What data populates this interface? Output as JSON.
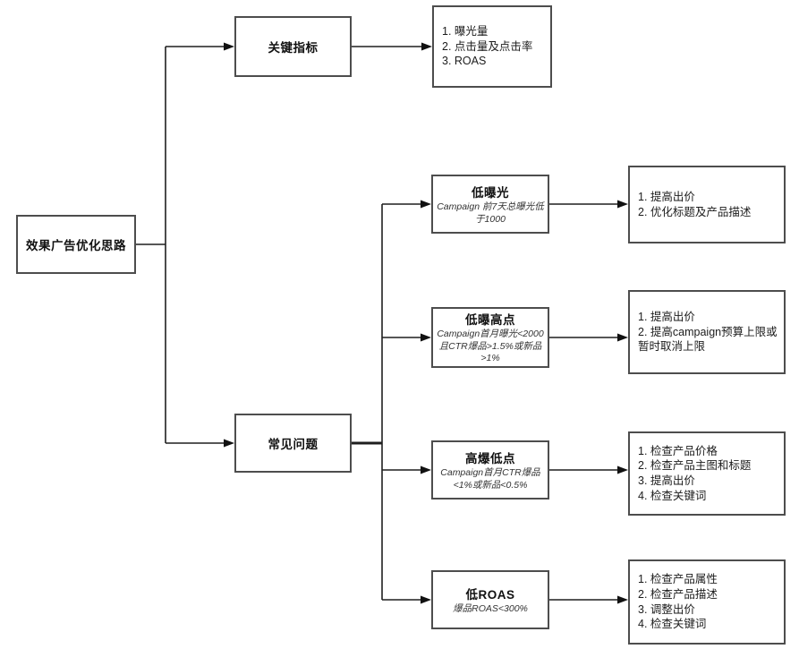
{
  "diagram": {
    "root": {
      "label": "效果广告优化思路"
    },
    "key_metrics": {
      "label": "关键指标",
      "items": [
        "1. 曝光量",
        "2. 点击量及点击率",
        "3. ROAS"
      ]
    },
    "common_issues": {
      "label": "常见问题"
    },
    "issues": [
      {
        "title": "低曝光",
        "condition": "Campaign 前7天总曝光低于1000",
        "actions": [
          "1. 提高出价",
          "2. 优化标题及产品描述"
        ]
      },
      {
        "title": "低曝高点",
        "condition": "Campaign首月曝光<2000且CTR爆品>1.5%或新品>1%",
        "actions": [
          "1. 提高出价",
          "2. 提高campaign预算上限或暂时取消上限"
        ]
      },
      {
        "title": "高爆低点",
        "condition": "Campaign首月CTR爆品<1%或新品<0.5%",
        "actions": [
          "1. 检查产品价格",
          "2. 检查产品主图和标题",
          "3. 提高出价",
          "4. 检查关键词"
        ]
      },
      {
        "title": "低ROAS",
        "condition": "爆品ROAS<300%",
        "actions": [
          "1. 检查产品属性",
          "2. 检查产品描述",
          "3. 调整出价",
          "4. 检查关键词"
        ]
      }
    ],
    "colors": {
      "background": "#ffffff",
      "box_border": "#4d4d4d",
      "line": "#1f1f1f",
      "text": "#111111"
    }
  }
}
